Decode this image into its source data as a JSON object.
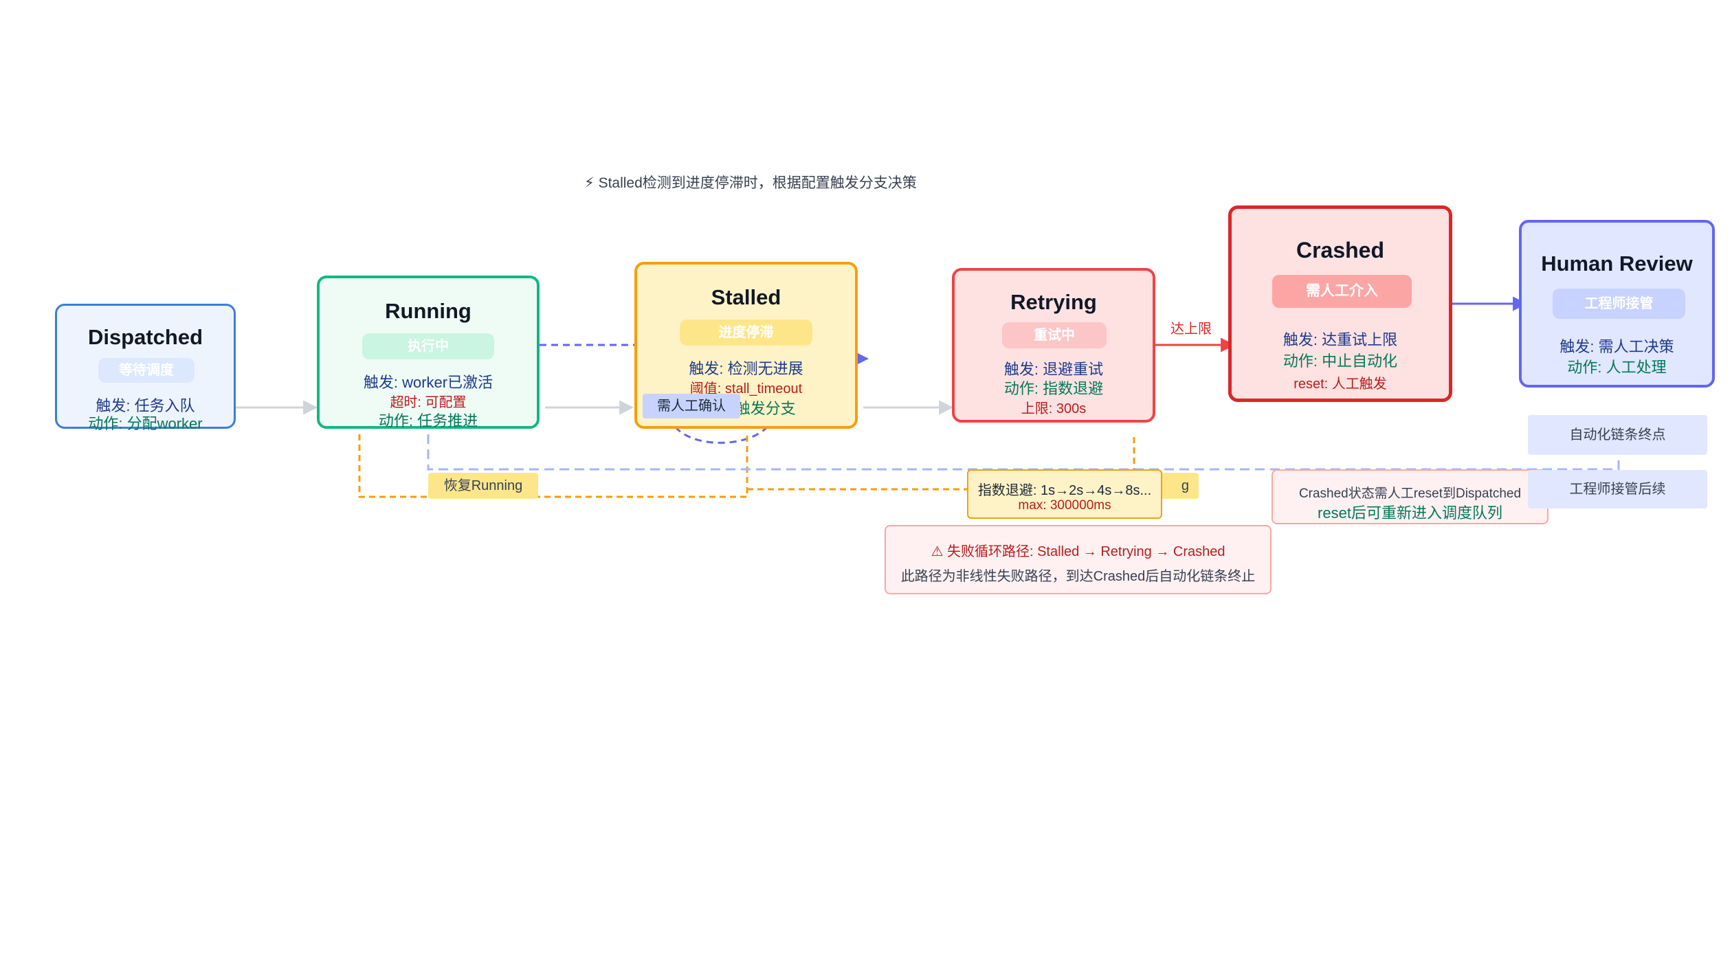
{
  "note": "⚡ Stalled检测到进度停滞时，根据配置触发分支决策",
  "nodes": {
    "dispatched": {
      "title": "Dispatched",
      "badge": "等待调度",
      "trigger": "触发: 任务入队",
      "action": "动作: 分配worker"
    },
    "running": {
      "title": "Running",
      "badge": "执行中",
      "trigger": "触发: worker已激活",
      "timeout": "超时: 可配置",
      "action": "动作: 任务推进"
    },
    "stalled": {
      "title": "Stalled",
      "badge": "进度停滞",
      "trigger": "触发: 检测无进展",
      "threshold": "阈值: stall_timeout",
      "action": "动作: 触发分支"
    },
    "retrying": {
      "title": "Retrying",
      "badge": "重试中",
      "trigger": "触发: 退避重试",
      "action": "动作: 指数退避",
      "limit": "上限: 300s"
    },
    "crashed": {
      "title": "Crashed",
      "badge": "需人工介入",
      "trigger": "触发: 达重试上限",
      "action": "动作: 中止自动化",
      "reset": "reset: 人工触发"
    },
    "human_review": {
      "title": "Human Review",
      "badge": "工程师接管",
      "trigger": "触发: 需人工决策",
      "action": "动作: 人工处理"
    }
  },
  "edge_labels": {
    "limit_reached": "达上限",
    "need_confirm": "需人工确认",
    "resume_running": "恢复Running",
    "hidden_tail": "g"
  },
  "backoff_note": {
    "line1": "指数退避: 1s→2s→4s→8s...",
    "line2": "max: 300000ms"
  },
  "failure_loop": {
    "line1": "⚠ 失败循环路径: Stalled → Retrying → Crashed",
    "line2": "此路径为非线性失败路径，到达Crashed后自动化链条终止"
  },
  "crashed_note": {
    "line1": "Crashed状态需人工reset到Dispatched",
    "line2": "reset后可重新进入调度队列"
  },
  "side_notes": {
    "end": "自动化链条终点",
    "followup": "工程师接管后续"
  },
  "colors": {
    "dispatched": "#3b7ddd",
    "running": "#10b981",
    "stalled": "#f59e0b",
    "retrying": "#ef4444",
    "crashed": "#dc2626",
    "human_review": "#6366f1"
  }
}
